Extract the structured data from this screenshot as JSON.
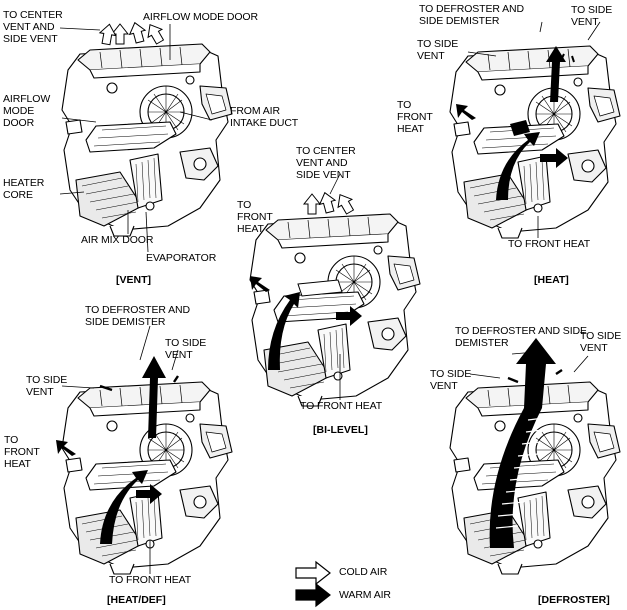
{
  "panels": {
    "vent": {
      "caption": "[VENT]",
      "labels": {
        "center_vent": "TO CENTER\nVENT AND\nSIDE VENT",
        "airflow_door_top": "AIRFLOW MODE DOOR",
        "airflow_door_left": "AIRFLOW\nMODE\nDOOR",
        "from_intake": "FROM AIR\nINTAKE DUCT",
        "heater_core": "HEATER\nCORE",
        "air_mix_door": "AIR MIX DOOR",
        "evaporator": "EVAPORATOR"
      }
    },
    "heat": {
      "caption": "[HEAT]",
      "labels": {
        "defroster": "TO DEFROSTER AND\nSIDE DEMISTER",
        "side_vent_right": "TO SIDE\nVENT",
        "side_vent_left": "TO SIDE\nVENT",
        "front_heat_left": "TO\nFRONT\nHEAT",
        "front_heat_bottom": "TO FRONT HEAT"
      }
    },
    "bilevel": {
      "caption": "[BI-LEVEL]",
      "labels": {
        "center_vent": "TO CENTER\nVENT AND\nSIDE VENT",
        "front_heat_left": "TO\nFRONT\nHEAT",
        "front_heat_bottom": "TO FRONT HEAT"
      }
    },
    "heatdef": {
      "caption": "[HEAT/DEF]",
      "labels": {
        "defroster": "TO DEFROSTER AND\nSIDE DEMISTER",
        "side_vent_right": "TO SIDE\nVENT",
        "side_vent_left": "TO SIDE\nVENT",
        "front_heat_left": "TO\nFRONT\nHEAT",
        "front_heat_bottom": "TO FRONT HEAT"
      }
    },
    "defroster": {
      "caption": "[DEFROSTER]",
      "labels": {
        "defroster": "TO DEFROSTER AND SIDE\nDEMISTER",
        "side_vent_right": "TO SIDE\nVENT",
        "side_vent_left": "TO SIDE\nVENT"
      }
    }
  },
  "legend": {
    "cold": "COLD AIR",
    "warm": "WARM AIR"
  }
}
